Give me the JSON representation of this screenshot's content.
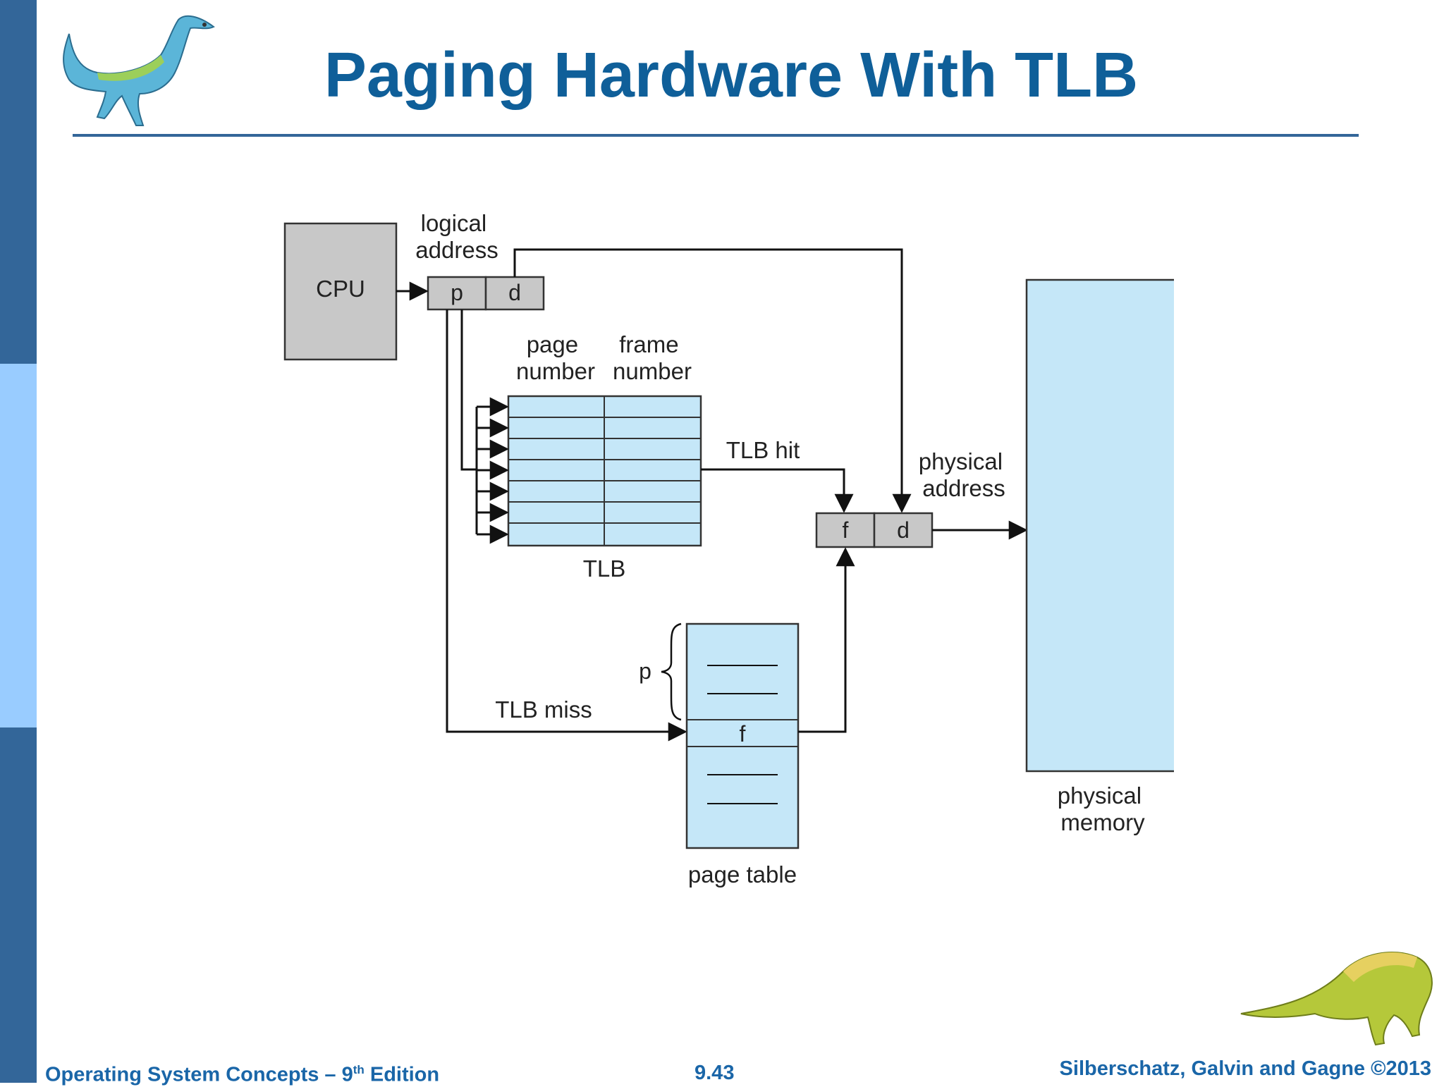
{
  "slide": {
    "title": "Paging Hardware With TLB",
    "footer_left": "Operating System Concepts – 9",
    "footer_left_sup": "th",
    "footer_left_suffix": " Edition",
    "page_number": "9.43",
    "footer_right": "Silberschatz, Galvin and Gagne ©2013"
  },
  "diagram": {
    "cpu": "CPU",
    "logical_address": [
      "logical",
      "address"
    ],
    "addr_p": "p",
    "addr_d": "d",
    "tlb_col_page": [
      "page",
      "number"
    ],
    "tlb_col_frame": [
      "frame",
      "number"
    ],
    "tlb_label": "TLB",
    "tlb_hit": "TLB hit",
    "tlb_miss": "TLB miss",
    "physical_address": [
      "physical",
      "address"
    ],
    "phys_f": "f",
    "phys_d": "d",
    "page_table_p": "p",
    "page_table_f": "f",
    "page_table_label": "page table",
    "physical_memory": [
      "physical",
      "memory"
    ]
  },
  "colors": {
    "bar_dark": "#336699",
    "bar_light": "#99ccff",
    "title": "#0f5f99",
    "table_fill": "#c5e7f8",
    "box_gray": "#c8c8c8"
  }
}
